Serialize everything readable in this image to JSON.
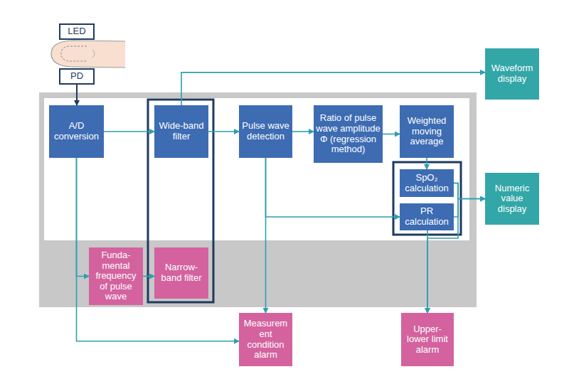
{
  "diagram": {
    "nodes": [
      {
        "text": [
          "LED"
        ]
      },
      {
        "text": [
          "PD"
        ]
      },
      {
        "text": [
          "A/D conversion"
        ]
      },
      {
        "text": [
          "Wide-band filter"
        ]
      },
      {
        "text": [
          "Pulse wave detection"
        ]
      },
      {
        "text": [
          "Ratio of pulse wave amplitude Φ (regression method)"
        ]
      },
      {
        "text": [
          "Weighted moving average"
        ]
      },
      {
        "text": [
          "SpO₂ calculation"
        ]
      },
      {
        "text": [
          "PR calculation"
        ]
      },
      {
        "text": [
          "Waveform display"
        ]
      },
      {
        "text": [
          "Numeric value display"
        ]
      },
      {
        "text": [
          "Funda- mental frequency of pulse wave"
        ]
      },
      {
        "text": [
          "Narrow- band filter"
        ]
      },
      {
        "text": [
          "Measurem ent condition alarm"
        ]
      },
      {
        "text": [
          "Upper- lower limit alarm"
        ]
      }
    ],
    "edges": [
      {
        "from": 1,
        "to": 2,
        "arrow": "to"
      },
      {
        "from": 2,
        "to": 3,
        "arrow": "to"
      },
      {
        "from": 3,
        "to": 4,
        "arrow": "to"
      },
      {
        "from": 3,
        "to": 9,
        "arrow": "to"
      },
      {
        "from": 4,
        "to": 5,
        "arrow": "to"
      },
      {
        "from": 5,
        "to": 6,
        "arrow": "to"
      },
      {
        "from": 6,
        "to": 7,
        "arrow": "to"
      },
      {
        "from": 4,
        "to": 8,
        "arrow": "to"
      },
      {
        "from": 4,
        "to": 13,
        "arrow": "to"
      },
      {
        "from": 7,
        "to": 10,
        "arrow": "to"
      },
      {
        "from": 8,
        "to": 10,
        "arrow": "to"
      },
      {
        "from": 7,
        "to": 14,
        "arrow": "to"
      },
      {
        "from": 8,
        "to": 14,
        "arrow": "to"
      },
      {
        "from": 2,
        "to": 11,
        "arrow": "to"
      },
      {
        "from": 2,
        "to": 13,
        "arrow": "to"
      },
      {
        "from": 11,
        "to": 12,
        "arrow": "to"
      }
    ]
  }
}
